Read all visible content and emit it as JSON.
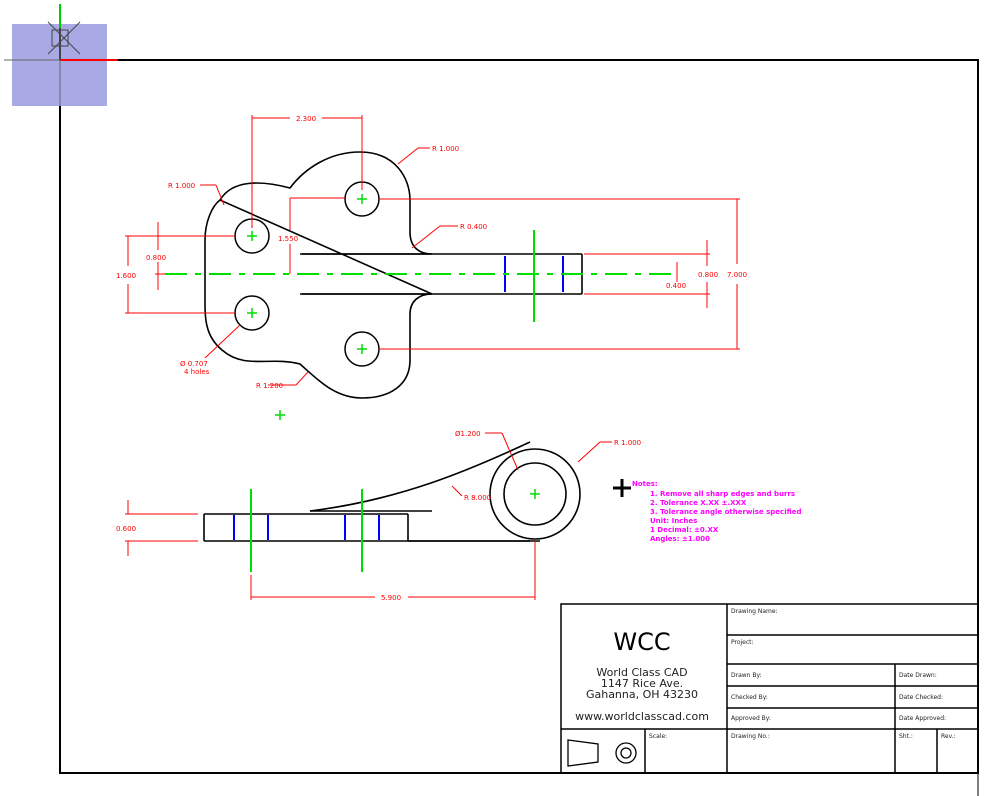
{
  "colors": {
    "object": "#000000",
    "dimension": "#ff0000",
    "centerline": "#00dd00",
    "hidden": "#0000ff",
    "notes": "#ff00ff",
    "viewcube": "#a9a9e6"
  },
  "ucs_icon": {
    "name": "ucs-icon"
  },
  "top_view": {
    "dims": {
      "d_2300": "2.300",
      "r_1000_top": "R 1.000",
      "r_1000_left": "R 1.000",
      "r_0400": "R 0.400",
      "d_1550": "1.550",
      "d_0800": "0.800",
      "d_1600": "1.600",
      "d_0800_right": "0.800",
      "d_7000": "7.000",
      "d_0400": "0.400",
      "hole_dia": "Ø 0.707",
      "hole_count": "4 holes",
      "r_1200": "R 1.200"
    }
  },
  "front_view": {
    "dims": {
      "dia_1200": "Ø1.200",
      "r_1000": "R 1.000",
      "r_8000": "R 8.000",
      "d_0600": "0.600",
      "d_5900": "5.900"
    }
  },
  "notes": {
    "lines": [
      "Notes:",
      "1. Remove all sharp edges and burrs",
      "2. Tolerance X.XX ±.XXX",
      "3. Tolerance angle otherwise specified",
      "   Unit: Inches",
      "   1 Decimal: ±0.XX",
      "   Angles: ±1.000"
    ]
  },
  "title_block": {
    "logo": "WCC",
    "company": "World Class CAD",
    "address1": "1147 Rice Ave.",
    "address2": "Gahanna, OH 43230",
    "website": "www.worldclasscad.com",
    "drawing_name": "Drawing Name:",
    "project": "Project:",
    "drawn_by": "Drawn By:",
    "date_drawn": "Date Drawn:",
    "checked_by": "Checked By:",
    "date_checked": "Date Checked:",
    "approved_by": "Approved By:",
    "date_approved": "Date Approved:",
    "scale": "Scale:",
    "drawing_no": "Drawing No.:",
    "sht": "Sht.:",
    "rev": "Rev.:"
  }
}
